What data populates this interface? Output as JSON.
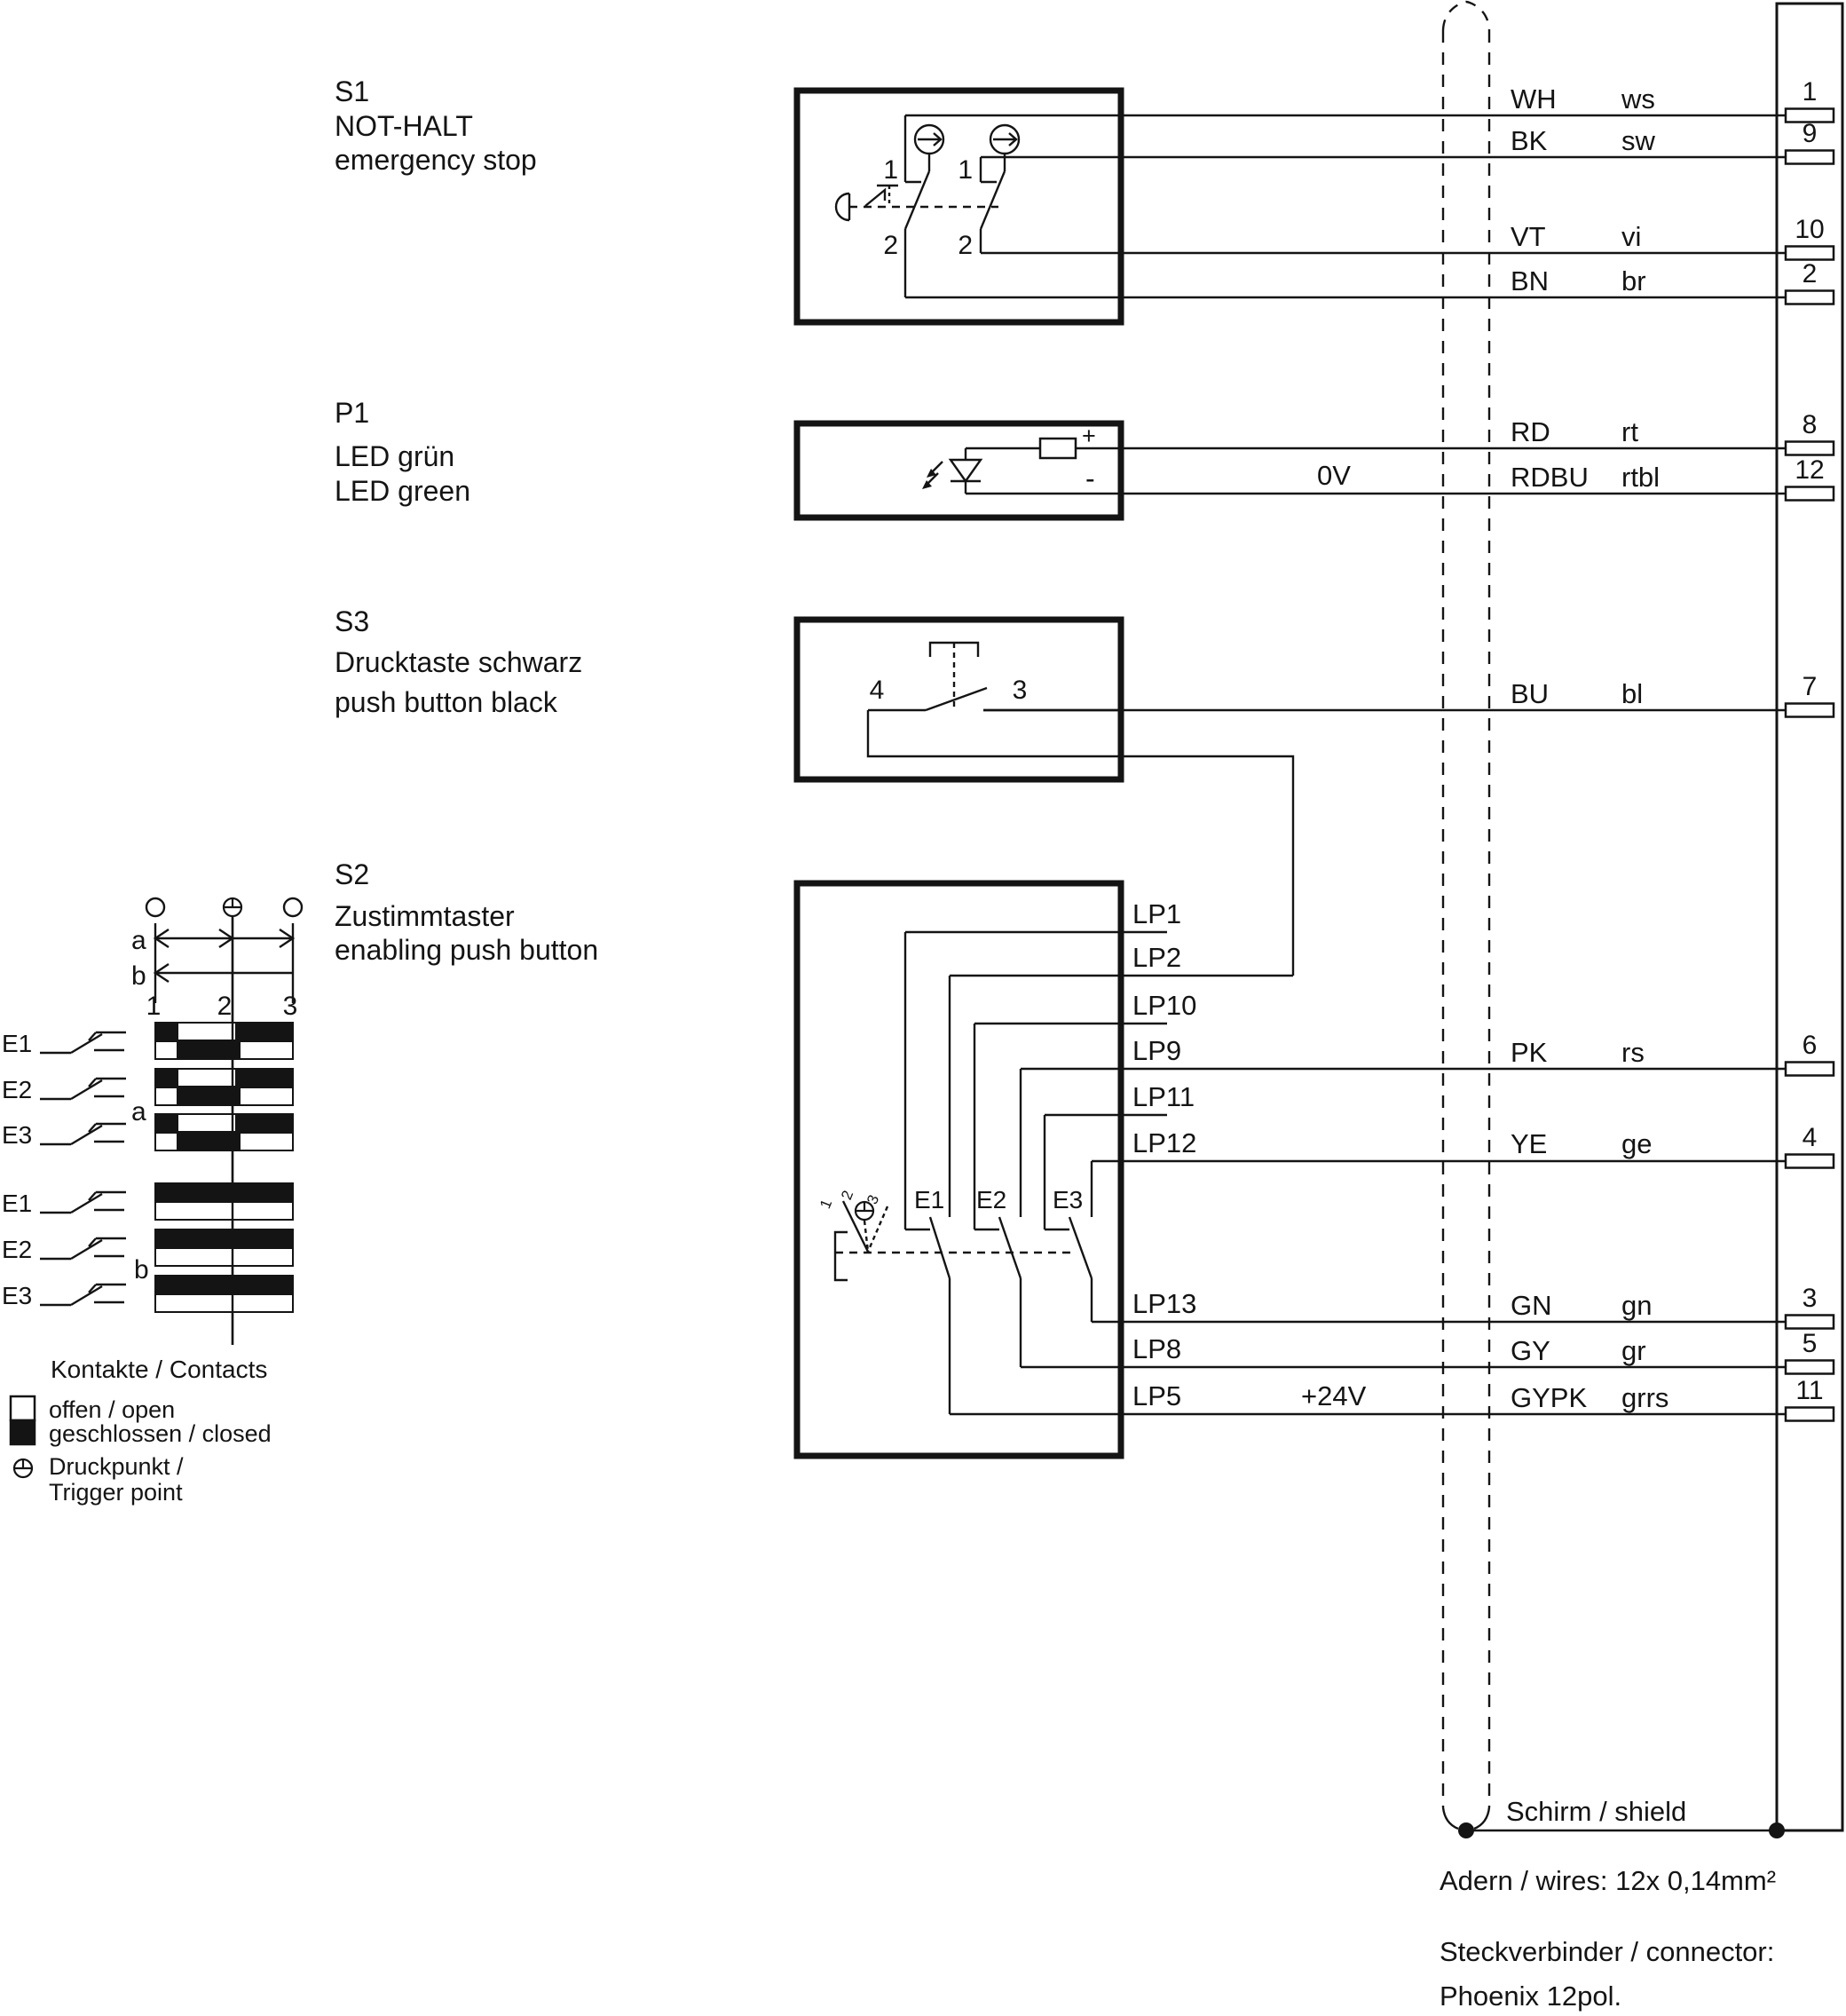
{
  "components": {
    "s1": {
      "ref": "S1",
      "title_de": "NOT-HALT",
      "title_en": "emergency stop",
      "c1_top": "1",
      "c1_bot": "2",
      "c2_top": "1",
      "c2_bot": "2"
    },
    "p1": {
      "ref": "P1",
      "title_de": "LED grün",
      "title_en": "LED green",
      "plus": "+",
      "minus": "-",
      "zero_v": "0V"
    },
    "s3": {
      "ref": "S3",
      "title_de": "Drucktaste schwarz",
      "title_en": "push button black",
      "t_left": "4",
      "t_right": "3"
    },
    "s2": {
      "ref": "S2",
      "title_de": "Zustimmtaster",
      "title_en": "enabling push button",
      "plus_24v": "+24V",
      "lp_labels": [
        "LP1",
        "LP2",
        "LP10",
        "LP9",
        "LP11",
        "LP12",
        "LP13",
        "LP8",
        "LP5"
      ],
      "e_labels": [
        "E1",
        "E2",
        "E3"
      ],
      "selector_positions": [
        "1",
        "2",
        "3"
      ]
    }
  },
  "wires": [
    {
      "code": "WH",
      "abbr_de": "ws",
      "pin": "1"
    },
    {
      "code": "BK",
      "abbr_de": "sw",
      "pin": "9"
    },
    {
      "code": "VT",
      "abbr_de": "vi",
      "pin": "10"
    },
    {
      "code": "BN",
      "abbr_de": "br",
      "pin": "2"
    },
    {
      "code": "RD",
      "abbr_de": "rt",
      "pin": "8"
    },
    {
      "code": "RDBU",
      "abbr_de": "rtbl",
      "pin": "12"
    },
    {
      "code": "BU",
      "abbr_de": "bl",
      "pin": "7"
    },
    {
      "code": "PK",
      "abbr_de": "rs",
      "pin": "6"
    },
    {
      "code": "YE",
      "abbr_de": "ge",
      "pin": "4"
    },
    {
      "code": "GN",
      "abbr_de": "gn",
      "pin": "3"
    },
    {
      "code": "GY",
      "abbr_de": "gr",
      "pin": "5"
    },
    {
      "code": "GYPK",
      "abbr_de": "grrs",
      "pin": "11"
    }
  ],
  "contact_table": {
    "title": "Kontakte / Contacts",
    "positions": [
      "1",
      "2",
      "3"
    ],
    "stroke_labels": {
      "a": "a",
      "b": "b"
    },
    "group_labels": {
      "a": "a",
      "b": "b"
    },
    "rows_a": [
      "E1",
      "E2",
      "E3"
    ],
    "rows_b": [
      "E1",
      "E2",
      "E3"
    ],
    "legend": {
      "open": "offen / open",
      "closed": "geschlossen / closed",
      "trigger_line1": "Druckpunkt /",
      "trigger_line2": "Trigger point"
    },
    "states_a": {
      "top_segments": [
        "closed 1→1.2",
        "open 1.2→2",
        "closed 2→3"
      ],
      "bottom_segments": [
        "open 1→1.2",
        "closed 1.2→2",
        "open 2→3"
      ]
    },
    "states_b": {
      "top_segments": [
        "closed 1→3"
      ],
      "bottom_segments": [
        "open 1→3"
      ]
    }
  },
  "footer": {
    "shield_label": "Schirm / shield",
    "wires_note": "Adern / wires: 12x 0,14mm²",
    "connector_note_line1": "Steckverbinder / connector:",
    "connector_note_line2": "Phoenix 12pol."
  },
  "colors": {
    "ink": "#141414",
    "background": "#ffffff"
  }
}
